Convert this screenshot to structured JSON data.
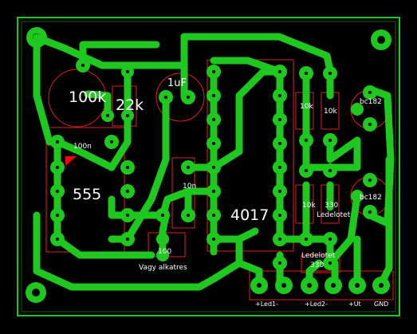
{
  "colors": {
    "background": "#000000",
    "copper": "#1ec81e",
    "silkscreen": "#e02020",
    "text": "#ffffff",
    "marker": "#ff0000"
  },
  "components": {
    "pot_100k": "100k",
    "res_22k": "22k",
    "cap_1uf": "1uF",
    "cap_100n": "100n",
    "ic_555": "555",
    "cap_10n": "10n",
    "ic_4017": "4017",
    "res_100": "100",
    "label_vagy": "Vagy alkatres",
    "res_10k_a": "10k",
    "res_10k_b": "10k",
    "res_10k_c": "10k",
    "res_330_a": "330",
    "res_330_b": "330",
    "label_ledelotet_1": "Ledelotet",
    "label_ledelotet_2": "Ledelotet",
    "bc_a": "bc182",
    "bc_b": "bc182"
  },
  "connector": {
    "led1": "+Led1-",
    "led2": "+Led2-",
    "vcc": "+Ut",
    "gnd": "GND"
  }
}
